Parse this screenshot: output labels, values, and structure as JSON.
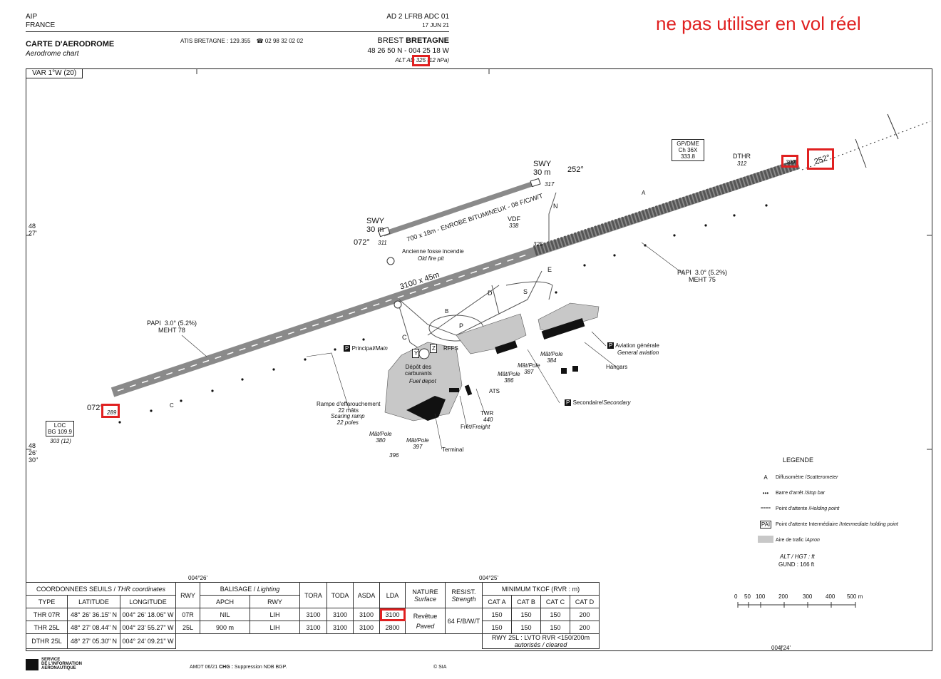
{
  "header": {
    "aip": "AIP",
    "country": "FRANCE",
    "ref": "AD 2 LFRB ADC 01",
    "date": "17 JUN 21",
    "chart_title": "CARTE D'AERODROME",
    "chart_subtitle": "Aerodrome chart",
    "atis": "ATIS BRETAGNE : 129.355",
    "atis_phone": "☎ 02 98 32 02 02",
    "airport_prefix": "BREST ",
    "airport_name": "BRETAGNE",
    "coords": "48 26 50 N - 004 25 18 W",
    "alt_prefix": "ALT AD ",
    "alt_value": "325",
    "alt_suffix": " (12 hPa)",
    "warning": "ne pas utiliser en vol réel",
    "variation": "VAR 1°W (20)"
  },
  "map": {
    "lat_north": "48\n27'",
    "lat_south": "48\n26'\n30\"",
    "lon_top_left": "004°26'",
    "lon_top_right": "004°25'",
    "lon_bottom": "004°24'",
    "rwy_size": "3100 x 45m",
    "swy_west": "SWY\n30 m",
    "swy_east": "SWY\n30 m",
    "hdg_west_swy": "072°",
    "hdg_east_swy": "252°",
    "hdg_07": "072°",
    "hdg_25": "252°",
    "taxiway_desc": "700 x 18m - ENROBE BITUMINEUX - 08 F/C/W/T",
    "elev_311": "311",
    "elev_317": "317",
    "elev_325": "325",
    "elev_289": "289",
    "elev_309": "309",
    "elev_312": "312",
    "gp_dme": "GP/DME\nCh 36X\n333.8",
    "dthr": "DTHR",
    "vdf": "VDF",
    "vdf_elev": "338",
    "loc": "LOC\nBG 109.9",
    "loc_elev": "303 (12)",
    "papi_west": "PAPI  3.0° (5.2%)\nMEHT 78",
    "papi_east": "PAPI  3.0° (5.2%)\nMEHT 75",
    "fire_pit": "Ancienne fosse incendie",
    "fire_pit_en": "Old fire pit",
    "parking_main": "Principal/",
    "parking_main_en": "Main",
    "parking_ga": "Aviation générale",
    "parking_ga_en": "General aviation",
    "parking_sec": "Secondaire/",
    "parking_sec_en": "Secondary",
    "hangars": "Hangars",
    "rffs": "RFFS",
    "fuel": "Dépôt des\ncarburants",
    "fuel_en": "Fuel depot",
    "ats": "ATS",
    "twr": "TWR",
    "twr_elev": "440",
    "freight": "Frêt/",
    "freight_en": "Freight",
    "terminal": "Terminal",
    "ramp": "Rampe d'effarouchement\n22 mâts",
    "ramp_en": "Scaring ramp\n22 poles",
    "pole_384": "Mât/Pole\n384",
    "pole_387": "Mât/Pole\n387",
    "pole_386": "Mât/Pole\n386",
    "pole_380": "Mât/Pole\n380",
    "pole_397": "Mât/Pole\n397",
    "pole_396": "396",
    "twy_n": "N",
    "twy_e": "E",
    "twy_d": "D",
    "twy_s": "S",
    "twy_c": "C",
    "twy_p": "P",
    "twy_y": "Y",
    "twy_z": "Z",
    "sym_a": "A",
    "sym_b": "B",
    "sym_c": "C"
  },
  "legend": {
    "title": "LEGENDE",
    "items": [
      {
        "sym": "A",
        "fr": "Diffusomètre / ",
        "en": "Scatterometer"
      },
      {
        "sym": "•••",
        "fr": "Barre d'arrêt / ",
        "en": "Stop bar"
      },
      {
        "sym": "====",
        "fr": "Point d'attente / ",
        "en": "Holding point"
      },
      {
        "sym": "PAI",
        "fr": "Point d'attente Intermédiaire / ",
        "en": "Intermediate holding point"
      },
      {
        "sym": "",
        "fr": "Aire de trafic / ",
        "en": "Apron"
      }
    ],
    "alt_note": "ALT / HGT : ft",
    "gund_note": "GUND : 166 ft",
    "scale_labels": [
      "0",
      "50",
      "100",
      "200",
      "300",
      "400",
      "500 m"
    ]
  },
  "table": {
    "h_coord": "COORDONNEES SEUILS / ",
    "h_coord_en": "THR coordinates",
    "h_type": "TYPE",
    "h_lat": "LATITUDE",
    "h_lon": "LONGITUDE",
    "h_rwy": "RWY",
    "h_bal": "BALISAGE / ",
    "h_bal_en": "Lighting",
    "h_apch": "APCH",
    "h_rwy2": "RWY",
    "h_tora": "TORA",
    "h_toda": "TODA",
    "h_asda": "ASDA",
    "h_lda": "LDA",
    "h_nature": "NATURE",
    "h_nature_en": "Surface",
    "h_resist": "RESIST.",
    "h_resist_en": "Strength",
    "h_tkof": "MINIMUM TKOF (RVR : m)",
    "h_cats": [
      "CAT A",
      "CAT B",
      "CAT C",
      "CAT D"
    ],
    "rows": [
      {
        "type": "THR 07R",
        "lat": "48° 26' 36.15\" N",
        "lon": "004° 26' 18.06\" W",
        "rwy": "07R",
        "apch": "NIL",
        "rwyl": "LIH",
        "tora": "3100",
        "toda": "3100",
        "asda": "3100",
        "lda": "3100",
        "cats": [
          "150",
          "150",
          "150",
          "200"
        ]
      },
      {
        "type": "THR 25L",
        "lat": "48° 27' 08.44\" N",
        "lon": "004° 23' 55.27\" W",
        "rwy": "25L",
        "apch": "900 m",
        "rwyl": "LIH",
        "tora": "3100",
        "toda": "3100",
        "asda": "3100",
        "lda": "2800",
        "cats": [
          "150",
          "150",
          "150",
          "200"
        ]
      },
      {
        "type": "DTHR 25L",
        "lat": "48° 27' 05.30\" N",
        "lon": "004° 24' 09.21\" W"
      }
    ],
    "nature_fr": "Revêtue",
    "nature_en": "Paved",
    "resist": "64 F/B/W/T",
    "lvto": "RWY 25L : LVTO RVR <150/200m",
    "lvto2": "autorisés / cleared"
  },
  "footer": {
    "sia1": "SERVICE\nDE L'INFORMATION\nAERONAUTIQUE",
    "amdt": "AMDT 06/21  ",
    "chg": "CHG : ",
    "chg_text": "Suppression NDB BGP.",
    "copy": "© SIA"
  },
  "colors": {
    "warning": "#e02020",
    "apron": "#c8c8c8",
    "runway": "#8a8a8a"
  }
}
